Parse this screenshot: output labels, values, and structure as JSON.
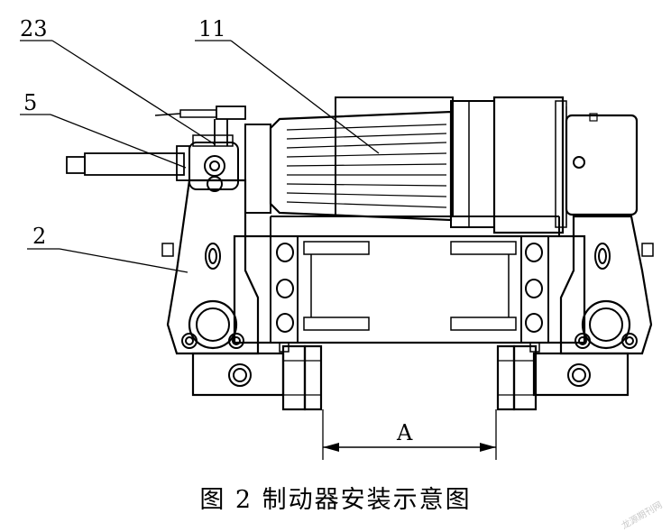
{
  "labels": {
    "callout_23": "23",
    "callout_11": "11",
    "callout_5": "5",
    "callout_2": "2",
    "dimension_a": "A"
  },
  "caption": "图 2   制动器安装示意图",
  "watermark": "龙源期刊网"
}
